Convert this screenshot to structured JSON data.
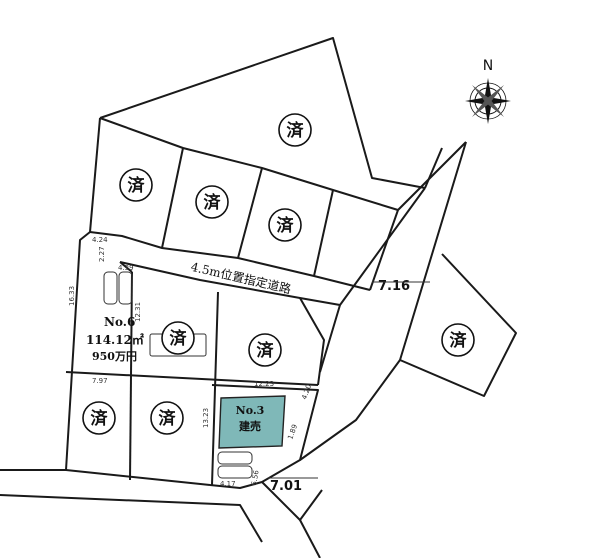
{
  "compass": {
    "north_label": "N",
    "icon": "compass-rose-icon"
  },
  "sold_mark": "済",
  "road": {
    "label": "4.5m位置指定道路"
  },
  "road_widths": [
    "7.16",
    "7.01"
  ],
  "lot6": {
    "number": "No.6",
    "area": "114.12㎡",
    "price": "950万円"
  },
  "lot3": {
    "number": "No.3",
    "status": "建売"
  },
  "dimensions": [
    "4.24",
    "2.27",
    "4.39",
    "16.33",
    "12.31",
    "7.97",
    "12.23",
    "13.23",
    "4.20",
    "1.89",
    "6.56",
    "4.17"
  ],
  "colors": {
    "lot3_fill": "#7fb8b8",
    "line": "#1a1a1a"
  }
}
